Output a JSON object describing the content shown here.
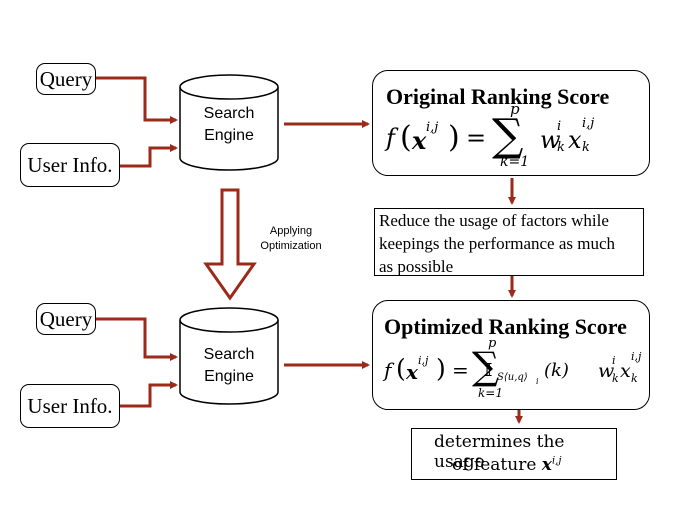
{
  "top": {
    "query": "Query",
    "user_info": "User Info.",
    "engine_line1": "Search",
    "engine_line2": "Engine"
  },
  "bottom": {
    "query": "Query",
    "user_info": "User Info.",
    "engine_line1": "Search",
    "engine_line2": "Engine"
  },
  "transition": {
    "line1": "Applying",
    "line2": "Optimization"
  },
  "original_score": {
    "title": "Original Ranking Score",
    "f": "f",
    "x": "x",
    "x_sup": "i,j",
    "eq": "=",
    "sum_top": "p",
    "sum_bottom": "k=1",
    "w": "w",
    "w_sub": "k",
    "w_sup": "i",
    "xk": "x",
    "xk_sub": "k",
    "xk_sup": "i,j"
  },
  "reduce_note": {
    "line1": "Reduce the usage of factors while",
    "line2": "keepings the performance as much",
    "line3": "as possible"
  },
  "optimized_score": {
    "title": "Optimized Ranking Score",
    "f": "f",
    "x": "x",
    "x_sup": "i,j",
    "eq": "=",
    "sum_top": "p",
    "sum_bottom": "k=1",
    "indicator": "𝕀",
    "indicator_sub": "S⟨u,q⟩",
    "indicator_sub_i": "i",
    "indicator_arg": "(k)",
    "w": "w",
    "w_sub": "k",
    "w_sup": "i",
    "xk": "x",
    "xk_sub": "k",
    "xk_sup": "i,j"
  },
  "feature_note": {
    "line1": "determines the usage",
    "line2": "of  feature",
    "x": "x",
    "x_sup": "i,j"
  },
  "colors": {
    "arrow": "#9b2a1a",
    "highlight": "#e07060"
  }
}
